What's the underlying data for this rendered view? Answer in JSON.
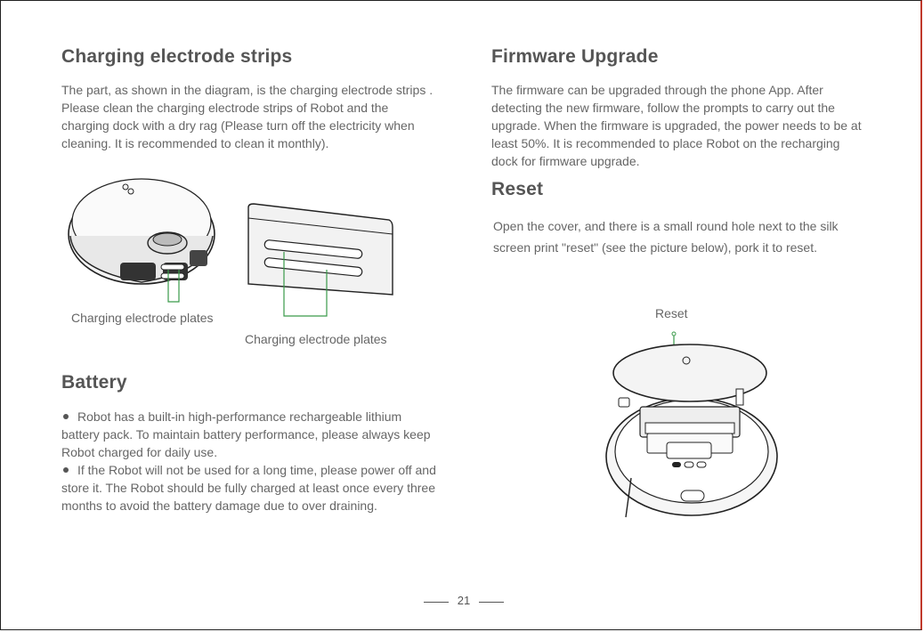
{
  "left": {
    "charging": {
      "title": "Charging electrode strips",
      "body": "The part, as shown in the diagram, is the charging electrode strips . Please clean the charging electrode strips of Robot and the charging dock with a dry rag (Please turn off the electricity when cleaning. It is recommended to clean it monthly).",
      "caption_robot": "Charging electrode plates",
      "caption_dock": "Charging electrode plates"
    },
    "battery": {
      "title": "Battery",
      "items": [
        "Robot has a built-in high-performance rechargeable lithium battery pack. To maintain battery performance, please always keep Robot charged for daily use.",
        "If the Robot will not be used for a long time, please power off and store it. The Robot should be fully charged at least once every three months to avoid the battery damage due to over draining."
      ]
    }
  },
  "right": {
    "firmware": {
      "title": "Firmware Upgrade",
      "body": "The firmware can be upgraded through the phone App. After detecting the new firmware, follow the prompts to carry out the upgrade. When the firmware is upgraded, the power needs to be at least 50%. It is recommended to place Robot on the recharging dock for firmware upgrade."
    },
    "reset": {
      "title": "Reset",
      "body": "Open the cover, and there is a small round hole next to the silk screen print \"reset\" (see the picture below), pork it to reset.",
      "callout": "Reset"
    }
  },
  "footer": {
    "page_number": "21"
  },
  "colors": {
    "callout_line": "#3a9a4a",
    "heading": "#555555",
    "body": "#666666"
  }
}
